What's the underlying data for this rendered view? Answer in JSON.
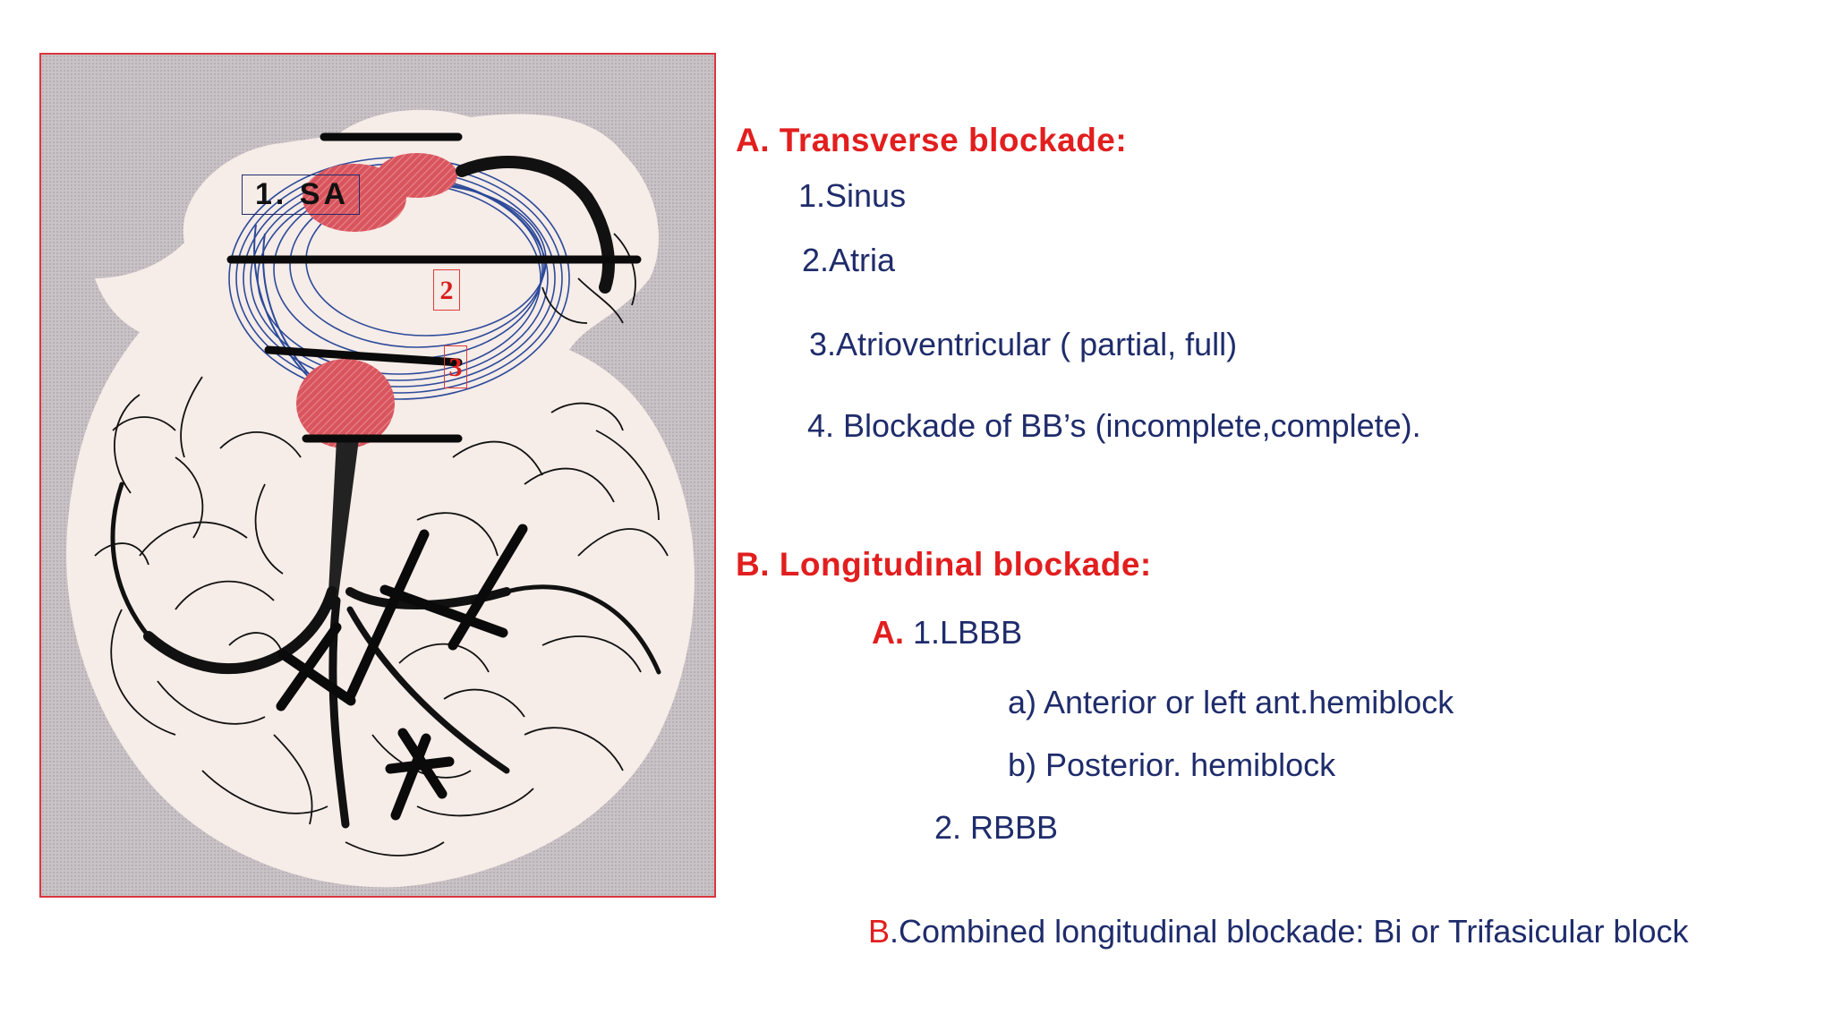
{
  "figure": {
    "sa_label": "1. SA",
    "box2_label": "2",
    "box3_label": "3"
  },
  "section_a": {
    "heading": "A. Transverse blockade:",
    "items": [
      "1.Sinus",
      "2.Atria",
      "3.Atrioventricular ( partial,   full)",
      "4. Blockade of BB’s (incomplete,complete)."
    ]
  },
  "section_b": {
    "heading": "B. Longitudinal blockade:",
    "sub_a_marker": "A.",
    "sub_a_label": " 1.LBBB",
    "lbbb_a": "a) Anterior or left  ant.hemiblock",
    "lbbb_b": "b) Posterior. hemiblock",
    "rbbb": "2. RBBB",
    "combined_marker": "B",
    "combined_label": ".Combined longitudinal  blockade: Bi or Trifasicular block"
  },
  "colors": {
    "heading_red": "#e21e1e",
    "body_navy": "#1f2c6b",
    "node_red": "#d9555e",
    "fiber_blue": "#2c4a9a"
  }
}
